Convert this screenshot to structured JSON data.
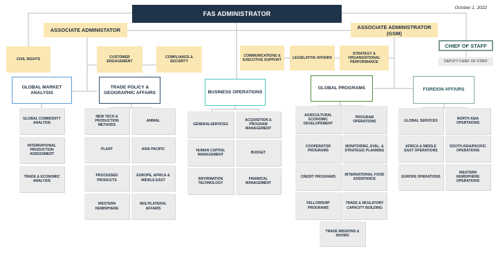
{
  "date": "October 1, 2022",
  "top": "FAS ADMINISTRATOR",
  "assoc_left": "ASSOCIATE ADMINISTATOR",
  "assoc_right": "ASSOCIATE ADMINISTRATOR (GSM)",
  "chief_of_staff": "CHIEF OF STAFF",
  "deputy_chief": "DEPUTY CHIEF OF STAFF",
  "staff_offices": {
    "civil_rights": "CIVIL RIGHTS",
    "customer_engagement": "CUSTOMER ENGAGEMENT",
    "compliance_security": "COMPLIANCE & SECURITY",
    "communications": "COMMUNICATIONS & EXECUTIVE SUPPORT",
    "legislative": "LEGISLATIVE AFFAIRS",
    "strategy": "STRATEGY & ORGANIZATIONAL PERFORMANCE"
  },
  "colors": {
    "top": "#1f3349",
    "yellow": "#fbe7b4",
    "grey": "#ebebeb",
    "gma_border": "#5b9bd5",
    "tpga_border": "#2a4a6a",
    "bo_border": "#4fc7c0",
    "gp_border": "#4e8c3a",
    "fa_border": "#7fa8a8"
  },
  "divisions": {
    "gma": {
      "title": "GLOBAL MARKET ANALYSIS",
      "units": [
        "GLOBAL COMMODITY ANALYSIS",
        "INTERNATIONAL PRODUCTION ASSESSMENT",
        "TRADE & ECONOMIC ANALYSIS"
      ]
    },
    "tpga": {
      "title": "TRADE POLICY & GEOGRAPHIC AFFAIRS",
      "units": [
        "NEW TECH & PRODUCTION METHODS",
        "ANIMAL",
        "PLANT",
        "ASIA PACIFIC",
        "PROCESSED PRODUCTS",
        "EUROPE, AFRICA & MIDDLE EAST",
        "WESTERN HEMISPHERE",
        "MULTILATERAL AFFAIRS"
      ]
    },
    "bo": {
      "title": "BUSINESS OPERATIONS",
      "units": [
        "GENERALSERVICES",
        "ACQUISITION & PROGRAM MANAGEMENT",
        "HUMAN CAPITAL MANAGEMENT",
        "BUDGET",
        "INFORMATION TECHNOLOGY",
        "FINANICAL MANAGEMENT"
      ]
    },
    "gp": {
      "title": "GLOBAL PROGRAMS",
      "units": [
        "AGRICULTURAL ECONOMIC DEVELOPEMENT",
        "PROGRAM OPERATIONS",
        "COOPERATOR PROGRAMS",
        "MONITORING, EVAL. & STRATEGIC PLANNING",
        "CREDIT PROGRAMS",
        "INTERNATIONAL FOOD ASSISTANCE",
        "FELLOWSHIP PROGRAMS",
        "TRADE & REULATORY CAPACITY BUILDING",
        "TRADE MISSIONS & SHOWS"
      ]
    },
    "fa": {
      "title": "FOREIGN AFFAIRS",
      "units": [
        "GLOBAL SERVICES",
        "NORTH ASIA OPERTAIONS",
        "AFRICA & MIDDLE EAST OPERATIONS",
        "SOUTH ASIA/PACIFIC OPERATIONS",
        "EUROPE OPERATIONS",
        "WESTERN HEMISPHERE OPERATIONS"
      ]
    }
  }
}
